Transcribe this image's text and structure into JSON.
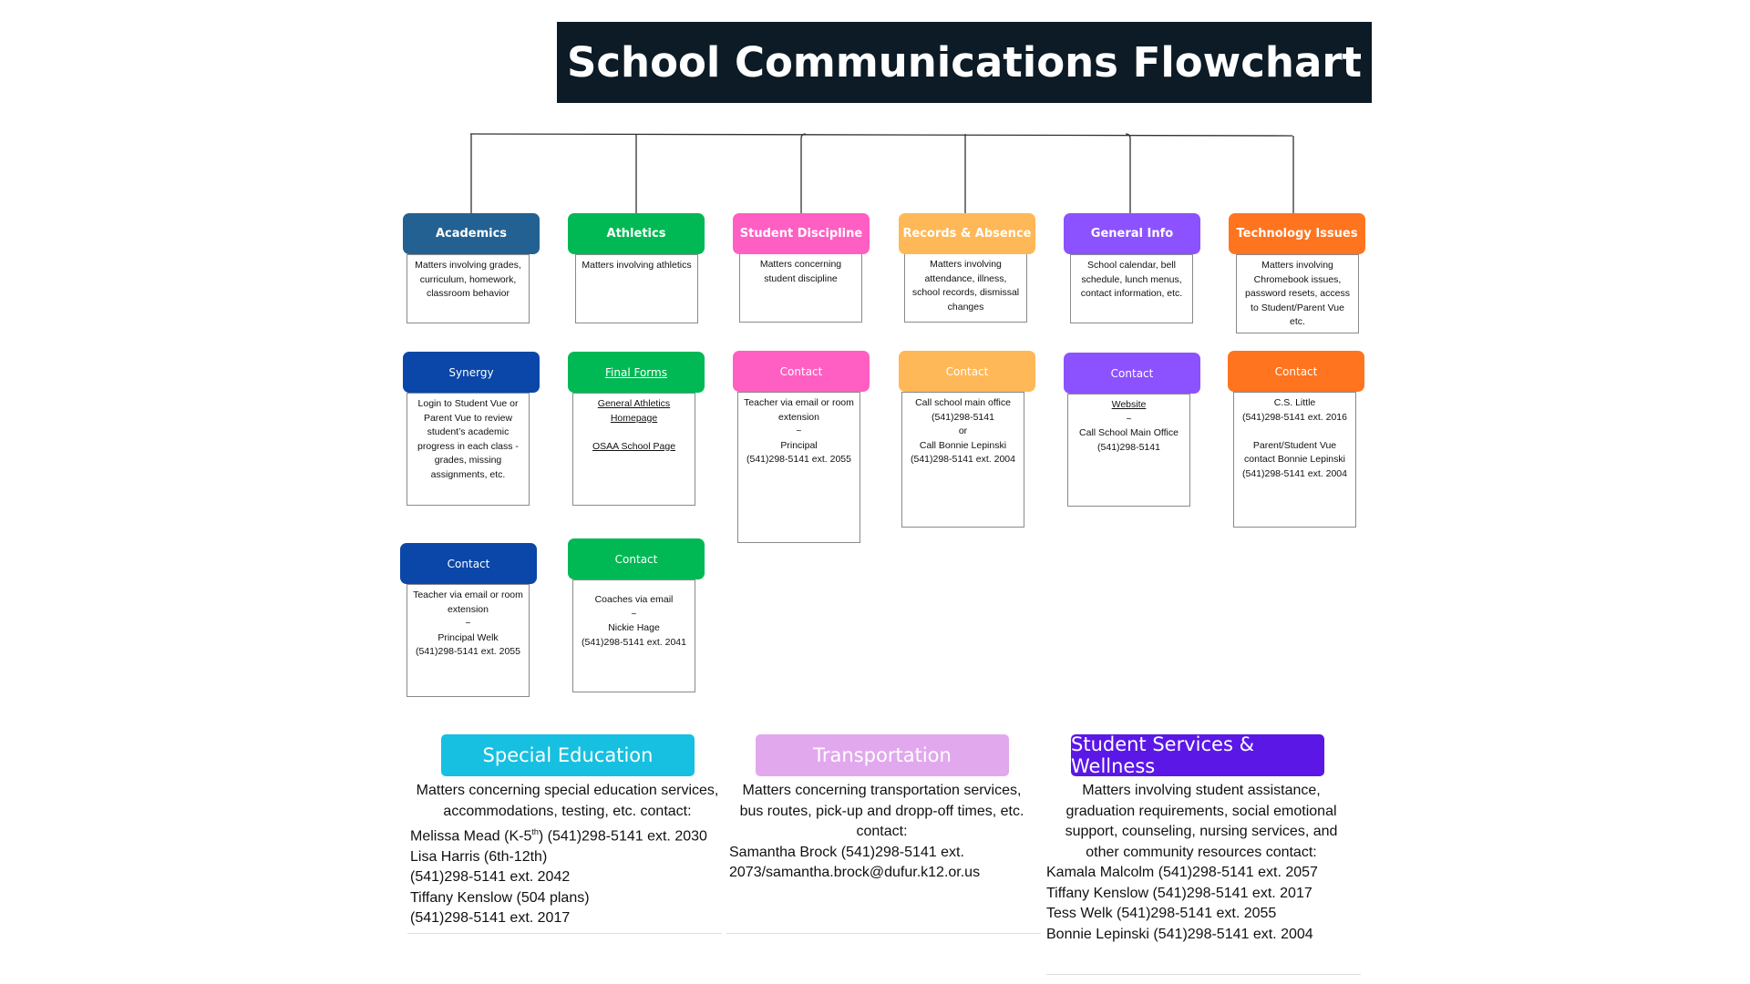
{
  "title": "School Communications Flowchart",
  "columns": [
    {
      "color": "#236192",
      "header": "Academics",
      "desc": [
        "Matters involving grades,",
        "curriculum, homework,",
        "classroom behavior"
      ],
      "sub1": "Synergy",
      "sub1_color": "#0a47a8",
      "box1": [
        "Login to Student Vue or",
        "Parent Vue to review",
        "student’s academic",
        "progress in each class -",
        "grades, missing",
        "assignments, etc."
      ],
      "sub2": "Contact",
      "sub2_color": "#0a47a8",
      "box2": [
        "Teacher via email or room",
        "extension",
        "~",
        "Principal Welk",
        "(541)298-5141 ext. 2055"
      ]
    },
    {
      "color": "#00b954",
      "header": "Athletics",
      "desc": [
        "Matters involving athletics"
      ],
      "sub1": "Final Forms",
      "sub1_color": "#00b954",
      "box1": [
        "General Athletics",
        "Homepage",
        "",
        "OSAA School Page"
      ],
      "sub2": "Contact",
      "sub2_color": "#00b954",
      "box2": [
        "Coaches via email",
        "~",
        "Nickie Hage",
        "(541)298-5141 ext. 2041"
      ]
    },
    {
      "color": "#ff5fc2",
      "header": "Student Discipline",
      "desc": [
        "Matters concerning",
        "student discipline"
      ],
      "sub1": "Contact",
      "sub1_color": "#ff5fc2",
      "box1": [
        "Teacher via email or room",
        "extension",
        "~",
        "Principal",
        "(541)298-5141 ext. 2055"
      ]
    },
    {
      "color": "#ffb857",
      "header": "Records & Absence",
      "desc": [
        "Matters involving",
        "attendance, illness,",
        "school records, dismissal",
        "changes"
      ],
      "sub1": "Contact",
      "sub1_color": "#ffb857",
      "box1": [
        "Call school main office",
        "(541)298-5141",
        "or",
        "Call Bonnie Lepinski",
        "(541)298-5141 ext. 2004"
      ]
    },
    {
      "color": "#8c52ff",
      "header": "General Info",
      "desc": [
        "School calendar, bell",
        "schedule, lunch menus,",
        "contact information, etc."
      ],
      "sub1": "Contact",
      "sub1_color": "#8c52ff",
      "box1": [
        "Website",
        "~",
        "Call School Main Office",
        "(541)298-5141"
      ]
    },
    {
      "color": "#ff741f",
      "header": "Technology Issues",
      "desc": [
        "Matters involving",
        "Chromebook issues,",
        "password resets, access",
        "to Student/Parent Vue",
        "etc."
      ],
      "sub1": "Contact",
      "sub1_color": "#ff741f",
      "box1": [
        "C.S. Little",
        "(541)298-5141 ext. 2016",
        "",
        "Parent/Student Vue",
        "contact Bonnie Lepinski",
        "(541)298-5141 ext. 2004"
      ]
    }
  ],
  "bottom": [
    {
      "header": "Special Education",
      "color": "#17c0e0",
      "centered_lines": [
        "Matters concerning special education services,",
        "accommodations, testing, etc. contact:"
      ],
      "contact_lines": [
        "Melissa Mead (K-5",
        "Lisa Harris (6th-12th)",
        "(541)298-5141 ext. 2042",
        "Tiffany Kenslow (504 plans)",
        "(541)298-5141 ext. 2017"
      ],
      "superscript": "th",
      "after_superscript": ") (541)298-5141 ext. 2030"
    },
    {
      "header": "Transportation",
      "color": "#e2a8ee",
      "centered_lines": [
        "Matters concerning transportation services,",
        "bus routes, pick-up and dropp-off times, etc.",
        "contact:"
      ],
      "contact_lines": [
        "Samantha Brock (541)298-5141 ext.",
        "2073/samantha.brock@dufur.k12.or.us"
      ]
    },
    {
      "header": "Student Services & Wellness",
      "color": "#5b17e6",
      "centered_lines": [
        "Matters involving student assistance,",
        "graduation requirements, social emotional",
        "support, counseling, nursing services, and",
        "other community resources contact:"
      ],
      "contact_lines": [
        "Kamala Malcolm (541)298-5141 ext. 2057",
        "Tiffany Kenslow (541)298-5141 ext. 2017",
        "Tess Welk (541)298-5141 ext. 2055",
        "Bonnie Lepinski (541)298-5141 ext. 2004"
      ]
    }
  ]
}
